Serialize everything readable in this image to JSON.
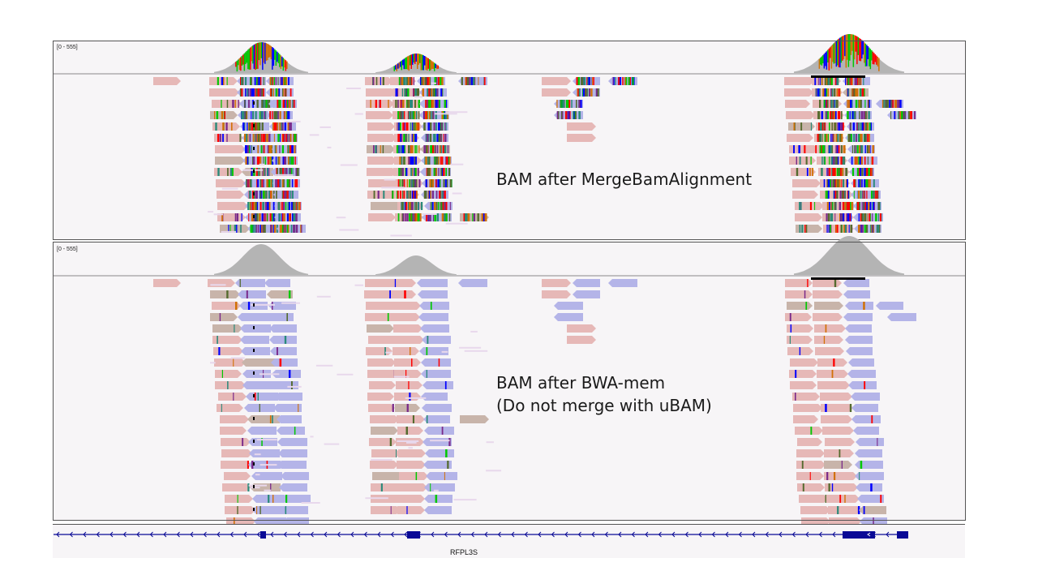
{
  "panels": [
    {
      "id": "top",
      "range_label": "[0 - 555]",
      "caption_lines": [
        "BAM after MergeBamAlignment"
      ],
      "coverage_style": "colored",
      "mismatch_style": "heavy"
    },
    {
      "id": "bottom",
      "range_label": "[0 - 555]",
      "caption_lines": [
        "BAM after BWA-mem",
        "(Do not merge with uBAM)"
      ],
      "coverage_style": "gray",
      "mismatch_style": "sparse"
    }
  ],
  "gene_track": {
    "gene_name": "RFPL3S",
    "strand": "minus"
  },
  "colors": {
    "forward_read": "#e6b8b7",
    "reverse_read": "#b4b4e8",
    "unpaired_read": "#c8b4aa",
    "coverage_gray": "#b4b4b4",
    "gene_blue": "#0a0a96",
    "track_border": "#555555",
    "panel_bg": "#f7f5f7",
    "base_A": "#00c800",
    "base_C": "#0000ff",
    "base_G": "#d17105",
    "base_T": "#ff0000"
  },
  "icons": [
    "strand-arrow-icon"
  ]
}
